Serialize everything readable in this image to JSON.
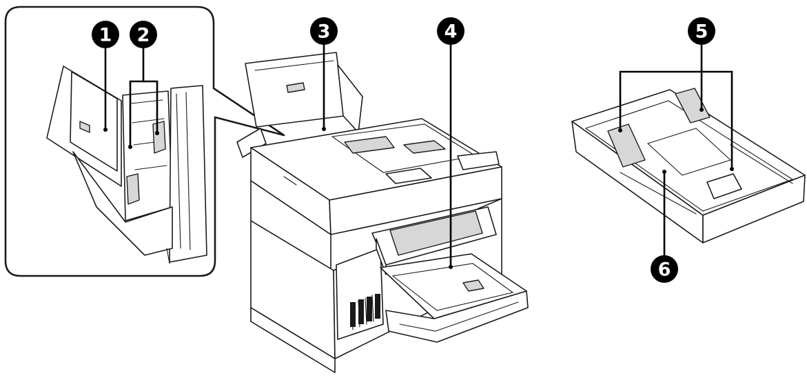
{
  "callouts": [
    {
      "id": "callout-1",
      "number": "1"
    },
    {
      "id": "callout-2",
      "number": "2"
    },
    {
      "id": "callout-3",
      "number": "3"
    },
    {
      "id": "callout-4",
      "number": "4"
    },
    {
      "id": "callout-5",
      "number": "5"
    },
    {
      "id": "callout-6",
      "number": "6"
    }
  ],
  "colors": {
    "line": "#1a1a1a",
    "badge_fill": "#000000",
    "badge_text": "#ffffff",
    "background": "#ffffff",
    "shade": "#d7d7d7"
  }
}
